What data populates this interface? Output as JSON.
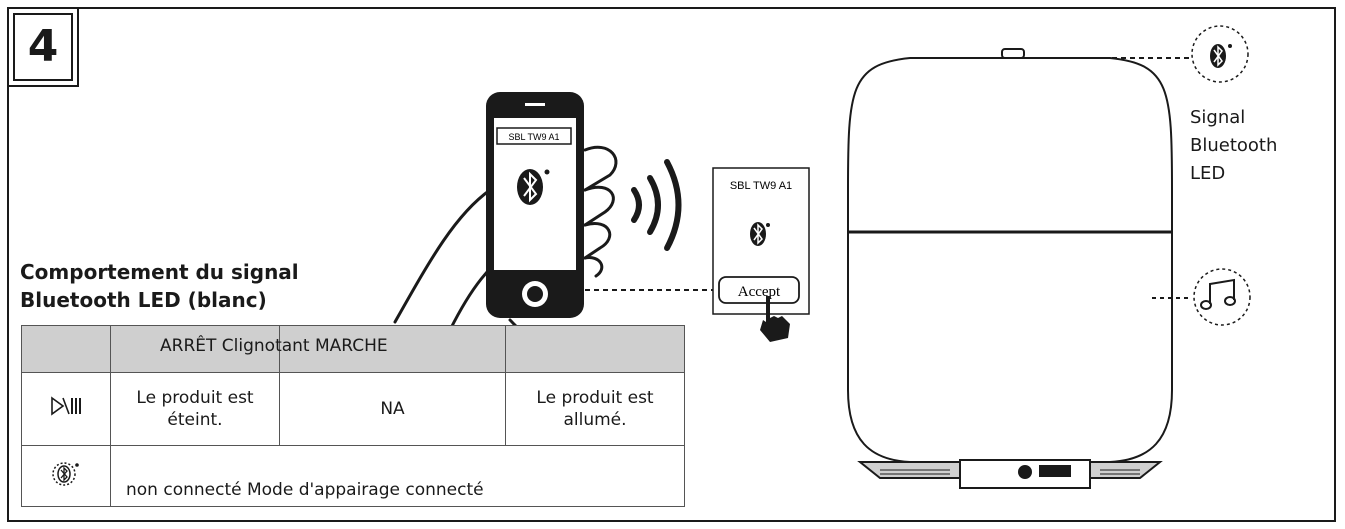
{
  "step": {
    "number": "4"
  },
  "phone": {
    "device_name": "SBL TW9 A1"
  },
  "popup": {
    "device_name": "SBL TW9 A1",
    "accept_label": "Accept"
  },
  "signal_label": {
    "line1": "Signal",
    "line2": "Bluetooth",
    "line3": "LED"
  },
  "behavior": {
    "title_line1": "Comportement du signal",
    "title_line2": "Bluetooth LED (blanc)"
  },
  "table": {
    "header_text": "ARRÊT Clignotant MARCHE",
    "row_power": {
      "icon": "play-pause-icon",
      "off": "Le produit est éteint.",
      "blink": "NA",
      "on": "Le produit est allumé."
    },
    "row_bluetooth": {
      "icon": "bluetooth-icon",
      "text": "non connecté Mode d'appairage connecté"
    }
  },
  "icons": {
    "bluetooth": "bluetooth-icon",
    "music": "music-note-icon",
    "wireless": "wireless-signal-icon",
    "hand": "pointing-hand-icon"
  }
}
